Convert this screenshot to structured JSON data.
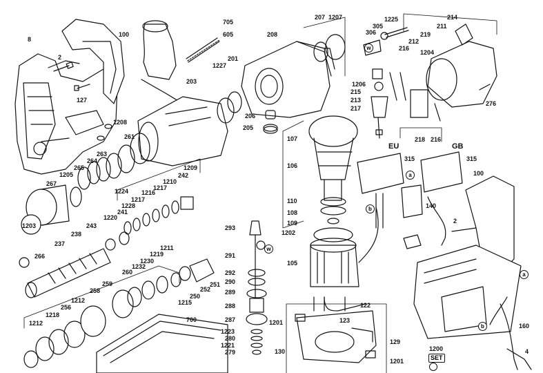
{
  "diagram": {
    "part_numbers": {
      "p8": "8",
      "p2": "2",
      "p100": "100",
      "p127": "127",
      "p1208": "1208",
      "p705": "705",
      "p605": "605",
      "p203": "203",
      "p201": "201",
      "p1227": "1227",
      "p208": "208",
      "p207": "207",
      "p1207": "1207",
      "p1225": "1225",
      "p305": "305",
      "p306": "306",
      "p214": "214",
      "p211": "211",
      "p212": "212",
      "p219": "219",
      "p216": "216",
      "p1204": "1204",
      "p1206": "1206",
      "p215": "215",
      "p213": "213",
      "p217": "217",
      "p276": "276",
      "p218": "218",
      "p216b": "216",
      "p206": "206",
      "p205": "205",
      "p107": "107",
      "p261": "261",
      "p263": "263",
      "p264": "264",
      "p265": "265",
      "p1209": "1209",
      "p242": "242",
      "p1205": "1205",
      "p1224": "1224",
      "p1210": "1210",
      "p1217": "1217",
      "p1216": "1216",
      "p267": "267",
      "p1217b": "1217",
      "p1228": "1228",
      "p241": "241",
      "p1220": "1220",
      "p243": "243",
      "p1203": "1203",
      "p238": "238",
      "p237": "237",
      "p266": "266",
      "p1211": "1211",
      "p1219": "1219",
      "p1230": "1230",
      "p1232": "1232",
      "p260": "260",
      "p259": "259",
      "p258": "258",
      "p1212": "1212",
      "p256": "256",
      "p1218": "1218",
      "p1212b": "1212",
      "p251": "251",
      "p252": "252",
      "p250": "250",
      "p1215": "1215",
      "p700": "700",
      "p106": "106",
      "p110": "110",
      "p108": "108",
      "p109": "109",
      "p1202": "1202",
      "p105": "105",
      "p293": "293",
      "p291": "291",
      "p292": "292",
      "p290": "290",
      "p289": "289",
      "p288": "288",
      "p287": "287",
      "p1223": "1223",
      "p280": "280",
      "p1221": "1221",
      "p279": "279",
      "p1201": "1201",
      "p123": "123",
      "p122": "122",
      "p130": "130",
      "p129": "129",
      "p1201b": "1201",
      "p315": "315",
      "p315b": "315",
      "p140": "140",
      "p100b": "100",
      "p2b": "2",
      "p160": "160",
      "p4": "4",
      "p1200": "1200"
    },
    "region_labels": {
      "eu": "EU",
      "gb": "GB"
    },
    "connector_markers": {
      "w1": "w",
      "w2": "w",
      "a1": "a",
      "b1": "b",
      "a2": "a",
      "b2": "b"
    },
    "set_badge": "SET",
    "colors": {
      "line": "#111111",
      "paper": "#ffffff",
      "shade": "#d9d9d9"
    }
  }
}
